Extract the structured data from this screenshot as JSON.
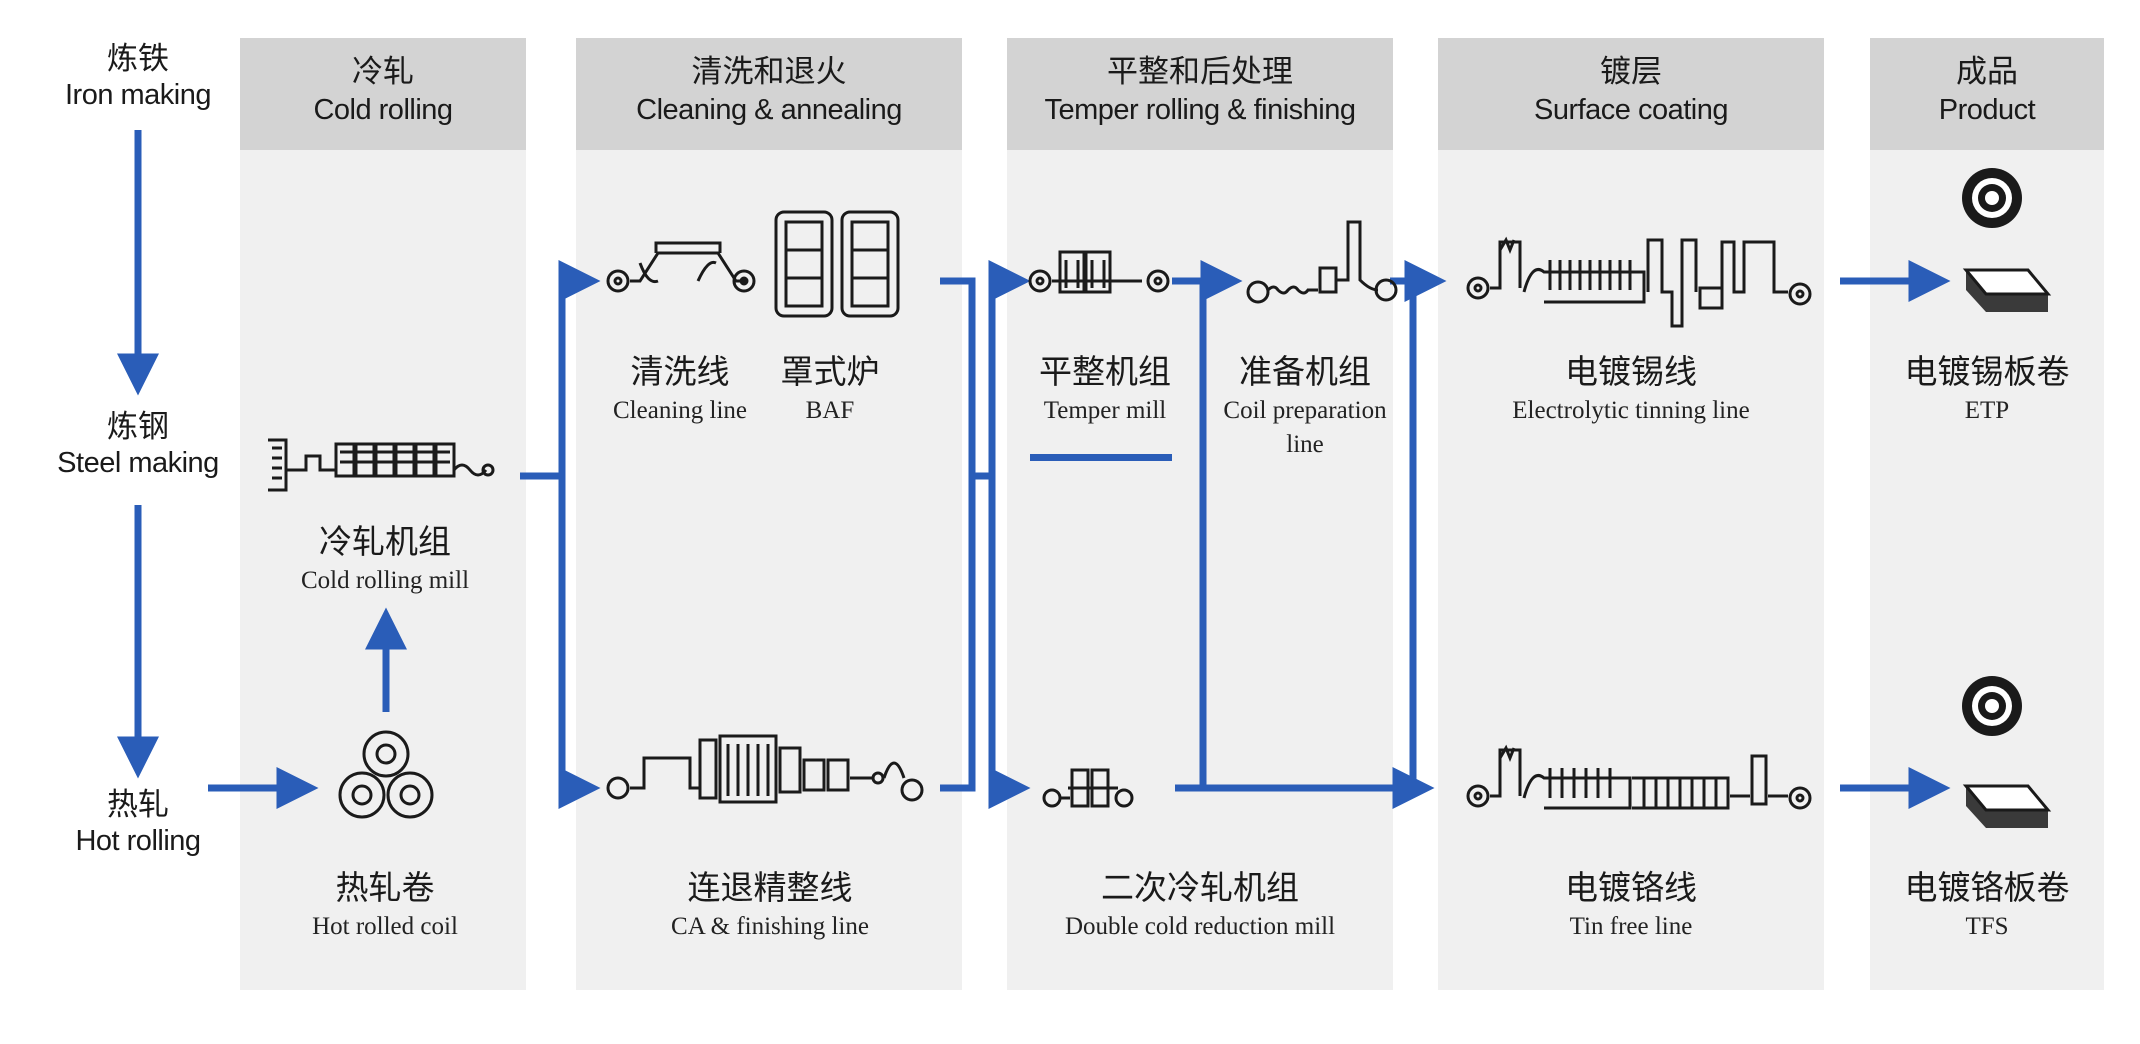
{
  "left_stages": [
    {
      "zh": "炼铁",
      "en": "Iron making"
    },
    {
      "zh": "炼钢",
      "en": "Steel making"
    },
    {
      "zh": "热轧",
      "en": "Hot rolling"
    }
  ],
  "columns": [
    {
      "zh": "冷轧",
      "en": "Cold rolling"
    },
    {
      "zh": "清洗和退火",
      "en": "Cleaning & annealing"
    },
    {
      "zh": "平整和后处理",
      "en": "Temper rolling & finishing"
    },
    {
      "zh": "镀层",
      "en": "Surface coating"
    },
    {
      "zh": "成品",
      "en": "Product"
    }
  ],
  "equipment": {
    "cold_rolling_mill": {
      "zh": "冷轧机组",
      "en": "Cold rolling mill"
    },
    "hot_rolled_coil": {
      "zh": "热轧卷",
      "en": "Hot rolled coil"
    },
    "cleaning_line": {
      "zh": "清洗线",
      "en": "Cleaning line"
    },
    "baf": {
      "zh": "罩式炉",
      "en": "BAF"
    },
    "ca_line": {
      "zh": "连退精整线",
      "en": "CA & finishing line"
    },
    "temper_mill": {
      "zh": "平整机组",
      "en": "Temper mill"
    },
    "coil_prep": {
      "zh": "准备机组",
      "en_1": "Coil preparation",
      "en_2": "line"
    },
    "dcr_mill": {
      "zh": "二次冷轧机组",
      "en": "Double cold reduction mill"
    },
    "etl": {
      "zh": "电镀锡线",
      "en": "Electrolytic tinning line"
    },
    "tfl": {
      "zh": "电镀铬线",
      "en": "Tin free line"
    },
    "etp": {
      "zh": "电镀锡板卷",
      "en": "ETP"
    },
    "tfs": {
      "zh": "电镀铬板卷",
      "en": "TFS"
    }
  },
  "colors": {
    "arrow": "#2a5db8",
    "column_bg": "#f0f0f0",
    "header_bg": "#d3d3d3"
  }
}
